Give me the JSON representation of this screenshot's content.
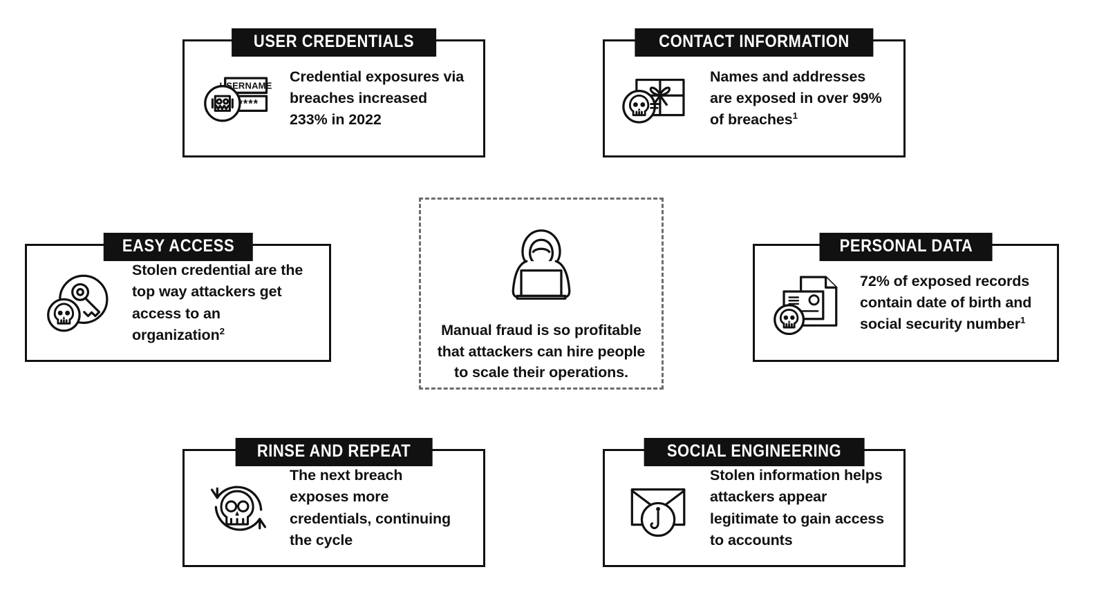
{
  "theme": {
    "background": "#ffffff",
    "ink": "#111111",
    "label_bg": "#111111",
    "label_text": "#ffffff",
    "dashed_border": "#6b6b6b"
  },
  "center_panel": {
    "icon": "hooded-hacker-laptop-icon",
    "text_lines": [
      "Manual fraud is so profitable",
      "that attackers can hire people",
      "to scale their operations."
    ],
    "text": "Manual fraud is so profitable that attackers can hire people to scale their operations."
  },
  "cards": [
    {
      "id": "user-credentials",
      "label": "USER CREDENTIALS",
      "icon": "login-form-skull-icon",
      "icon_text": {
        "username_field": "USERNAME",
        "password_field": "*****"
      },
      "text": "Credential exposures via breaches increased 233% in 2022",
      "text_parts": [
        {
          "t": "Credential exposures via breaches increased ",
          "emphasis": false
        },
        {
          "t": "233%",
          "emphasis": true
        },
        {
          "t": " in ",
          "emphasis": false
        },
        {
          "t": "2022",
          "emphasis": true
        }
      ],
      "footnote": ""
    },
    {
      "id": "contact-information",
      "label": "CONTACT INFORMATION",
      "icon": "gift-box-skull-icon",
      "text": "Names and addresses are exposed in over 99% of breaches¹",
      "text_parts": [
        {
          "t": "Names and addresses are exposed in over ",
          "emphasis": false
        },
        {
          "t": "99%",
          "emphasis": true
        },
        {
          "t": " of breaches",
          "emphasis": false
        }
      ],
      "footnote": "1"
    },
    {
      "id": "easy-access",
      "label": "EASY ACCESS",
      "icon": "key-skull-icon",
      "text": "Stolen credential are the top way attackers get access to an organization²",
      "text_parts": [
        {
          "t": "Stolen credential are the top way attackers get access to an organization",
          "emphasis": false
        }
      ],
      "footnote": "2"
    },
    {
      "id": "personal-data",
      "label": "PERSONAL DATA",
      "icon": "id-card-document-skull-icon",
      "text": "72% of exposed records contain date of birth and social security number¹",
      "text_parts": [
        {
          "t": "72%",
          "emphasis": true
        },
        {
          "t": " of exposed records contain date of birth and social security number",
          "emphasis": false
        }
      ],
      "footnote": "1"
    },
    {
      "id": "rinse-and-repeat",
      "label": "RINSE AND REPEAT",
      "icon": "skull-refresh-cycle-icon",
      "text": "The next breach exposes more credentials, continuing the cycle",
      "text_parts": [
        {
          "t": "The next breach exposes more credentials, continuing the cycle",
          "emphasis": false
        }
      ],
      "footnote": ""
    },
    {
      "id": "social-engineering",
      "label": "SOCIAL ENGINEERING",
      "icon": "envelope-phishing-hook-icon",
      "text": "Stolen information helps attackers appear legitimate to gain access to accounts",
      "text_parts": [
        {
          "t": "Stolen information helps attackers appear legitimate to gain access to accounts",
          "emphasis": false
        }
      ],
      "footnote": ""
    }
  ]
}
